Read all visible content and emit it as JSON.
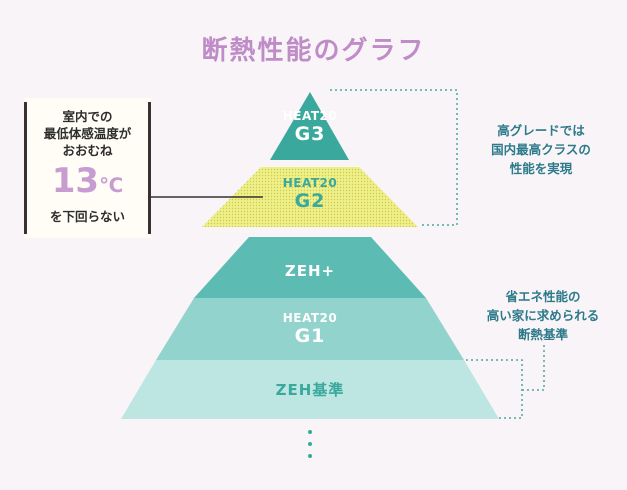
{
  "title": "断熱性能のグラフ",
  "callout": {
    "line1": "室内での",
    "line2": "最低体感温度が",
    "line3": "おおむね",
    "temp_value": "13",
    "temp_unit": "℃",
    "line4": "を下回らない"
  },
  "levels": {
    "g3": {
      "small": "HEAT20",
      "big": "G3"
    },
    "g2": {
      "small": "HEAT20",
      "big": "G2"
    },
    "zeh_plus": {
      "label": "ZEH+"
    },
    "g1": {
      "small": "HEAT20",
      "big": "G1"
    },
    "zeh_base": {
      "label": "ZEH基準"
    }
  },
  "notes": {
    "top": "高グレードでは\n国内最高クラスの\n性能を実現",
    "bottom": "省エネ性能の\n高い家に求められる\n断熱基準"
  },
  "colors": {
    "title": "#c08cc8",
    "g3": "#3aa89c",
    "g2": "#e8ea74",
    "zeh_plus": "#5cbcb4",
    "g1": "#92d3cd",
    "zeh_base": "#bde6e2",
    "note_text": "#2d7a8a",
    "temp": "#c79cd0"
  }
}
